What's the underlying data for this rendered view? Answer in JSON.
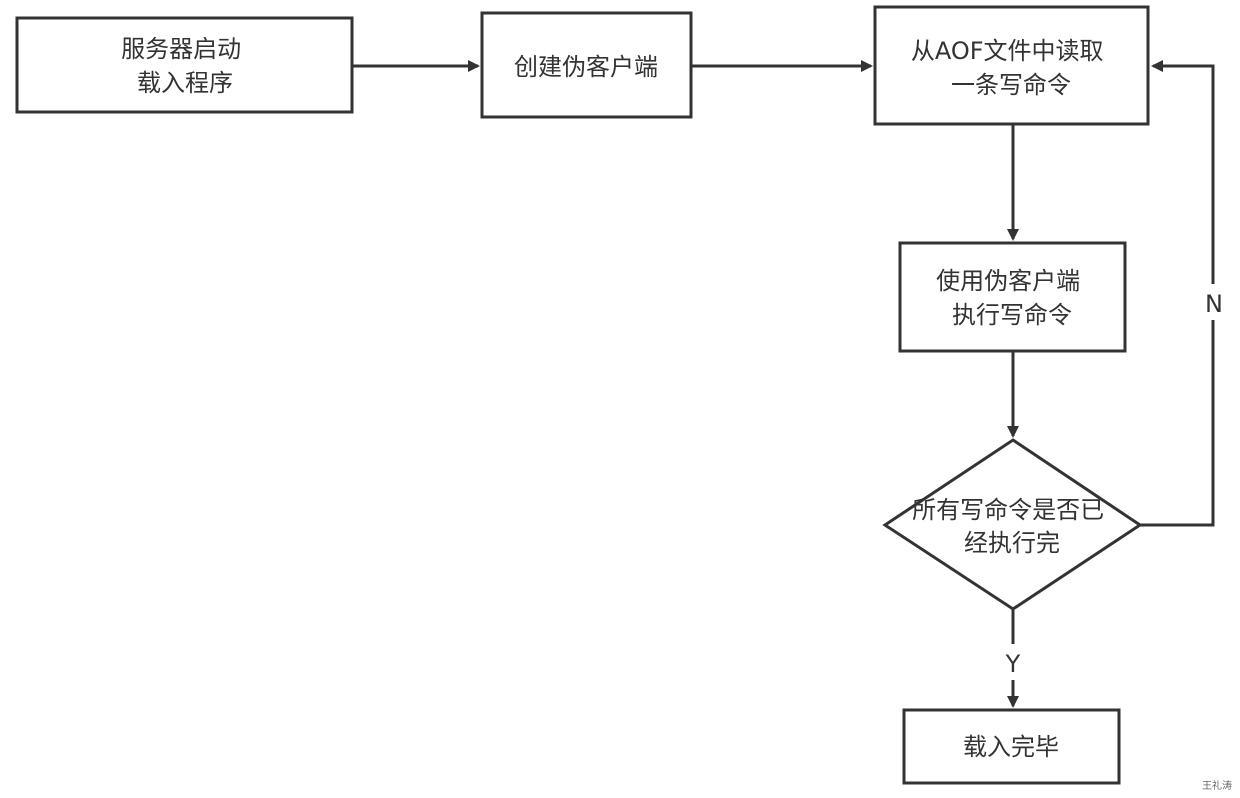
{
  "colors": {
    "stroke": "#333333",
    "fill": "#ffffff",
    "text": "#333333"
  },
  "nodes": {
    "start": {
      "lines": [
        "服务器启动",
        "载入程序"
      ]
    },
    "create_client": {
      "lines": [
        "创建伪客户端"
      ]
    },
    "read_command": {
      "lines": [
        "从AOF文件中读取",
        "一条写命令"
      ]
    },
    "execute_command": {
      "lines": [
        "使用伪客户端",
        "执行写命令"
      ]
    },
    "decision": {
      "lines": [
        "所有写命令是否已",
        "经执行完"
      ]
    },
    "done": {
      "lines": [
        "载入完毕"
      ]
    }
  },
  "edge_labels": {
    "no": "N",
    "yes": "Y"
  },
  "watermark": "王礼涛"
}
